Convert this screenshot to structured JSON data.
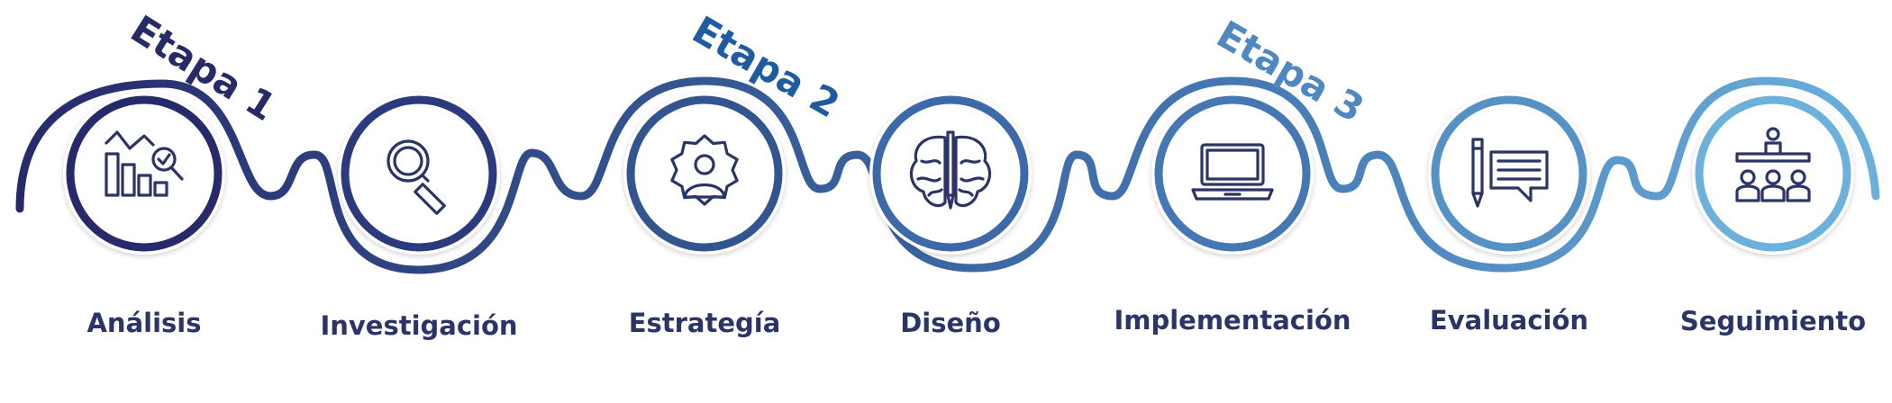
{
  "stages": [
    {
      "label": "Etapa 1",
      "color": "#262a66"
    },
    {
      "label": "Etapa 2",
      "color": "#1f5ba0"
    },
    {
      "label": "Etapa 3",
      "color": "#4f87c0"
    }
  ],
  "steps": [
    {
      "label": "Análisis",
      "icon": "chart-analysis-icon",
      "color": "#26296a"
    },
    {
      "label": "Investigación",
      "icon": "magnifier-icon",
      "color": "#2b3a7e"
    },
    {
      "label": "Estrategía",
      "icon": "gear-person-icon",
      "color": "#33558f"
    },
    {
      "label": "Diseño",
      "icon": "brain-pencil-icon",
      "color": "#3d69a8"
    },
    {
      "label": "Implementación",
      "icon": "laptop-icon",
      "color": "#4477b4"
    },
    {
      "label": "Evaluación",
      "icon": "pen-chat-icon",
      "color": "#5691c6"
    },
    {
      "label": "Seguimiento",
      "icon": "presenter-audience-icon",
      "color": "#6cb1dc"
    }
  ]
}
